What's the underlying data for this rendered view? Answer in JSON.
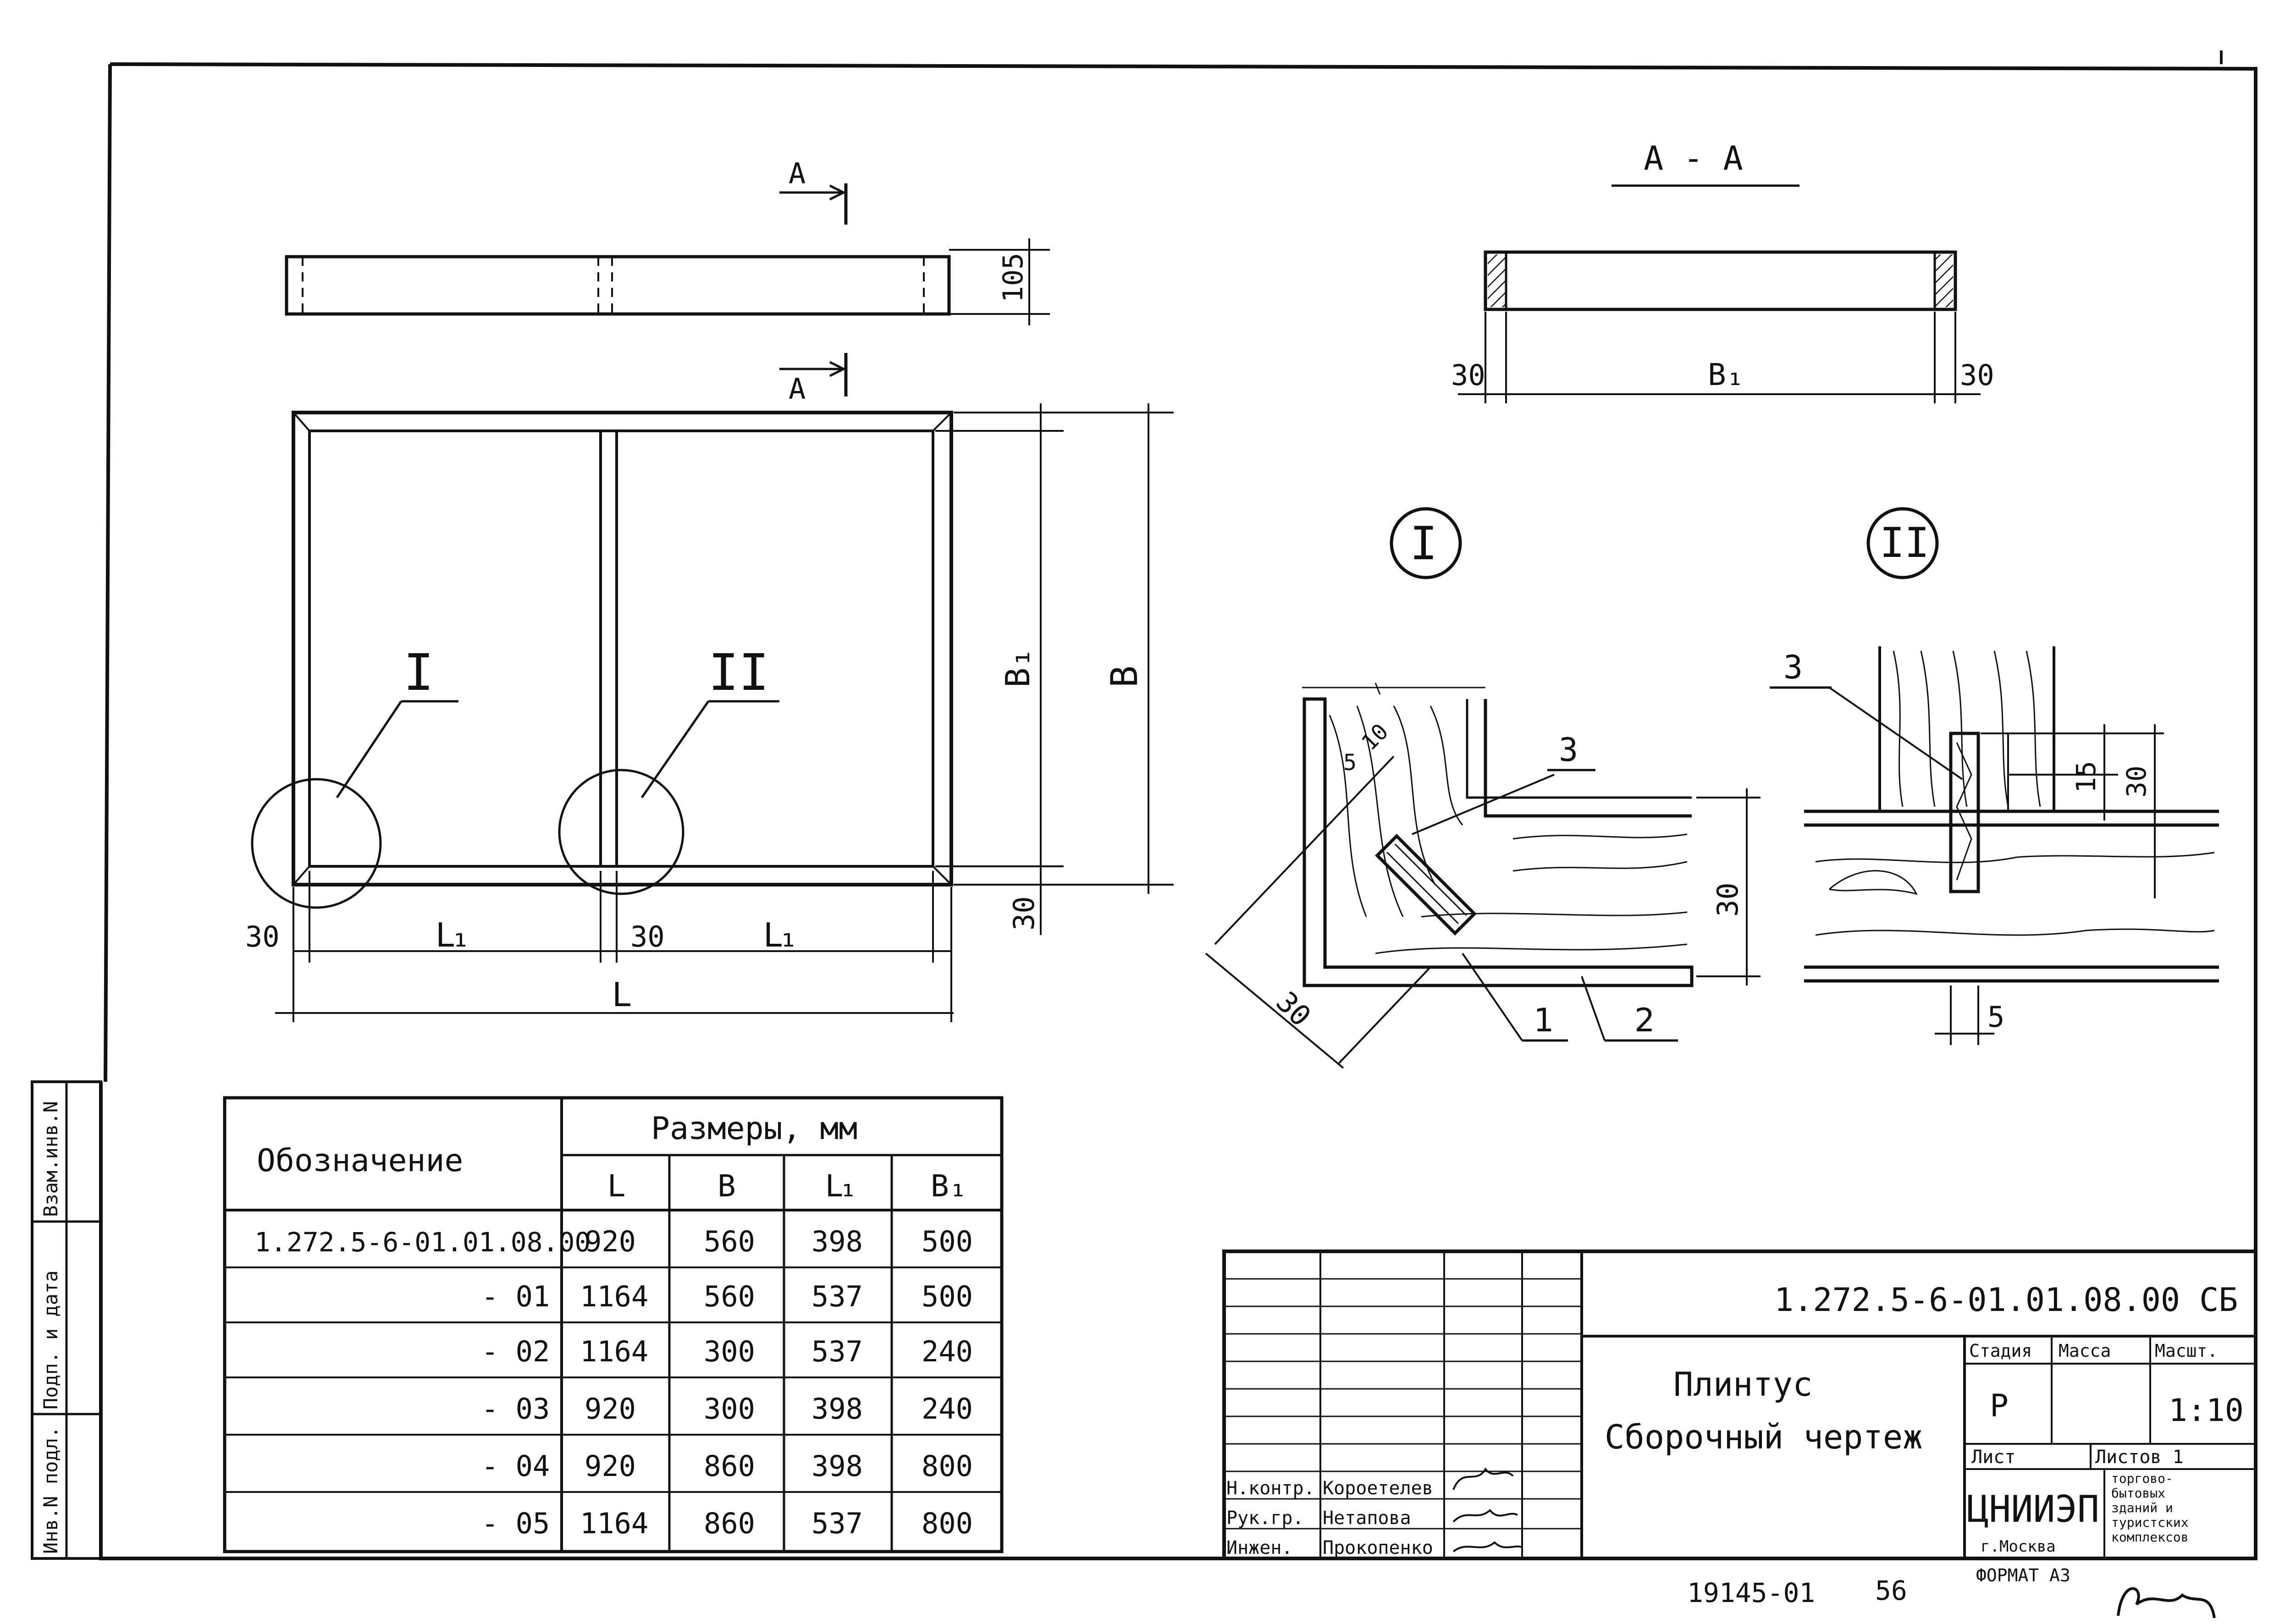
{
  "section_title": "А - А",
  "section_marks": [
    "А",
    "А"
  ],
  "callouts": {
    "detail_1": "I",
    "detail_2": "II"
  },
  "circle_marks": {
    "one": "I",
    "two": "II"
  },
  "top_view": {
    "height_dim": "105"
  },
  "section_view": {
    "left": "30",
    "mid": "B₁",
    "right": "30"
  },
  "plan_view": {
    "dim_30_left": "30",
    "dim_l1_left": "L₁",
    "dim_30_mid": "30",
    "dim_l1_right": "L₁",
    "dim_l_total": "L",
    "dim_b1": "B₁",
    "dim_b": "B",
    "dim_30_bottom": "30"
  },
  "detail_1": {
    "d5": "5",
    "d10": "10",
    "d30a": "30",
    "d30b": "30",
    "p3": "3",
    "p1": "1",
    "p2": "2"
  },
  "detail_2": {
    "p3": "3",
    "d15": "15",
    "d30": "30",
    "d5": "5"
  },
  "table": {
    "header_designation": "Обозначение",
    "header_sizes": "Размеры, мм",
    "sub_headers": [
      "L",
      "B",
      "L₁",
      "B₁"
    ],
    "rows": [
      {
        "code": "1.272.5-6-01.01.08.00",
        "L": "920",
        "B": "560",
        "L1": "398",
        "B1": "500"
      },
      {
        "code": "- 01",
        "L": "1164",
        "B": "560",
        "L1": "537",
        "B1": "500"
      },
      {
        "code": "- 02",
        "L": "1164",
        "B": "300",
        "L1": "537",
        "B1": "240"
      },
      {
        "code": "- 03",
        "L": "920",
        "B": "300",
        "L1": "398",
        "B1": "240"
      },
      {
        "code": "- 04",
        "L": "920",
        "B": "860",
        "L1": "398",
        "B1": "800"
      },
      {
        "code": "- 05",
        "L": "1164",
        "B": "860",
        "L1": "537",
        "B1": "800"
      }
    ]
  },
  "side_stamp": [
    "Инв.N подл.",
    "Подп. и дата",
    "Взам.инв.N"
  ],
  "title_block": {
    "doc_code": "1.272.5-6-01.01.08.00 СБ",
    "title_line1": "Плинтус",
    "title_line2": "Сборочный чертеж",
    "stage_label": "Стадия",
    "mass_label": "Масса",
    "scale_label": "Масшт.",
    "stage": "Р",
    "scale": "1:10",
    "sheet_label": "Лист",
    "sheets_label": "Листов 1",
    "org": "ЦНИИЭП",
    "city": "г.Москва",
    "org_note": [
      "торгово-",
      "бытовых",
      "зданий и",
      "туристских",
      "комплексов"
    ],
    "roles": [
      {
        "role": "Н.контр.",
        "name": "Короетелев"
      },
      {
        "role": "Рук.гр.",
        "name": "Нетапова"
      },
      {
        "role": "Инжен.",
        "name": "Прокопенко"
      }
    ]
  },
  "footer": {
    "number": "19145-01",
    "page": "56",
    "format": "ФОРМАТ А3"
  }
}
